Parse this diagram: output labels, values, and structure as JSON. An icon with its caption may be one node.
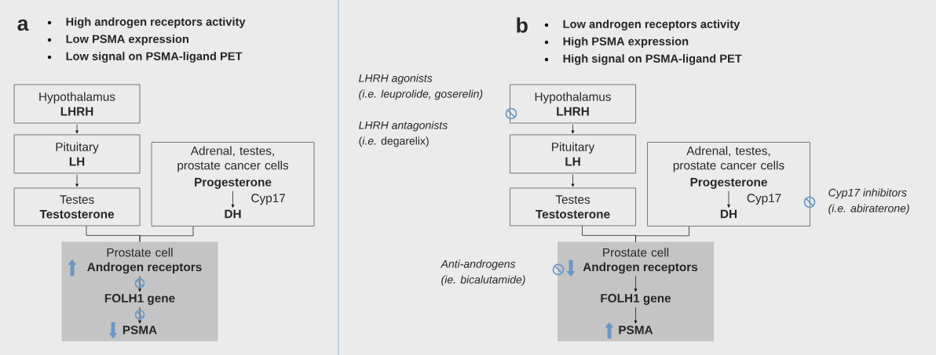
{
  "diagram": {
    "nodes": [
      {
        "text": [
          "Hypothalamus",
          "LHRH"
        ]
      },
      {
        "text": [
          "Pituitary",
          "LH"
        ]
      },
      {
        "text": [
          "Testes",
          "Testosterone"
        ]
      },
      {
        "text": [
          "Adrenal, testes, prostate cancer cells"
        ]
      },
      {
        "text": [
          "Progesterone"
        ],
        "in": 3
      },
      {
        "text": [
          "DH"
        ],
        "in": 3
      },
      {
        "text": [
          "Prostate cell"
        ]
      },
      {
        "text": [
          "Androgen receptors"
        ],
        "in": 6
      },
      {
        "text": [
          "FOLH1 gene"
        ],
        "in": 6
      },
      {
        "text": [
          "PSMA"
        ],
        "in": 6
      },
      {
        "text": [
          "Hypothalamus",
          "LHRH"
        ]
      },
      {
        "text": [
          "Pituitary",
          "LH"
        ]
      },
      {
        "text": [
          "Testes",
          "Testosterone"
        ]
      },
      {
        "text": [
          "Adrenal, testes, prostate cancer cells"
        ]
      },
      {
        "text": [
          "Progesterone"
        ],
        "in": 13
      },
      {
        "text": [
          "DH"
        ],
        "in": 13
      },
      {
        "text": [
          "Prostate cell"
        ]
      },
      {
        "text": [
          "Androgen receptors"
        ],
        "in": 16
      },
      {
        "text": [
          "FOLH1 gene"
        ],
        "in": 16
      },
      {
        "text": [
          "PSMA"
        ],
        "in": 16
      }
    ],
    "edges": [
      {
        "from": 0,
        "to": 1,
        "arrow": "to"
      },
      {
        "from": 1,
        "to": 2,
        "arrow": "to"
      },
      {
        "from": 4,
        "to": 5,
        "arrow": "to",
        "label": "Cyp17"
      },
      {
        "from": 2,
        "to": 6,
        "arrow": "none"
      },
      {
        "from": 3,
        "to": 6,
        "arrow": "none"
      },
      {
        "from": 7,
        "to": 8,
        "arrow": "to"
      },
      {
        "from": 8,
        "to": 9,
        "arrow": "to"
      },
      {
        "from": 10,
        "to": 11,
        "arrow": "to"
      },
      {
        "from": 11,
        "to": 12,
        "arrow": "to"
      },
      {
        "from": 14,
        "to": 15,
        "arrow": "to",
        "label": "Cyp17"
      },
      {
        "from": 12,
        "to": 16,
        "arrow": "none"
      },
      {
        "from": 13,
        "to": 16,
        "arrow": "none"
      },
      {
        "from": 17,
        "to": 18,
        "arrow": "to"
      },
      {
        "from": 18,
        "to": 19,
        "arrow": "to"
      }
    ],
    "labels": [
      "a",
      "High androgen receptors activity",
      "Low PSMA expression",
      "Low signal on PSMA-ligand PET",
      "b",
      "Low androgen receptors activity",
      "High PSMA expression",
      "High signal on PSMA-ligand PET",
      "LHRH agonists",
      "(i.e. leuprolide, goserelin)",
      "LHRH antagonists",
      "(*i.e.* degarelix)",
      "Cyp17 inhibitors",
      "(i.e. abiraterone)",
      "Anti-androgens",
      "(ie. bicalutamide)"
    ]
  }
}
